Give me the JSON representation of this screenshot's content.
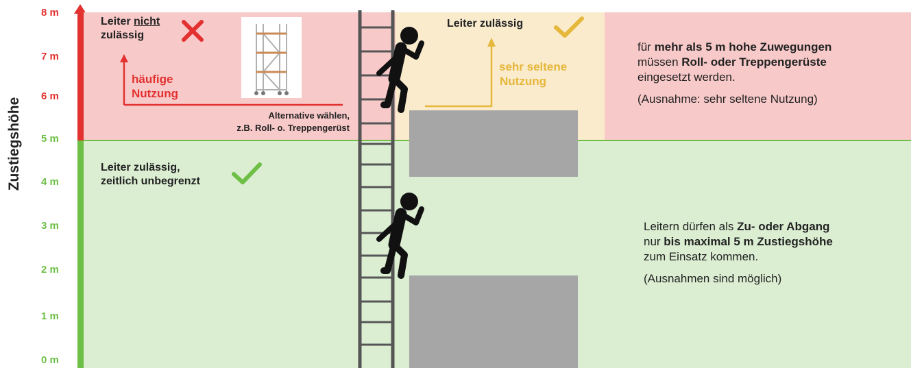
{
  "axis": {
    "title": "Zustiegshöhe",
    "ticks": [
      "8 m",
      "7 m",
      "6 m",
      "5 m",
      "4 m",
      "3 m",
      "2 m",
      "1 m",
      "0 m"
    ]
  },
  "top_left": {
    "title_prefix": "Leiter",
    "title_underlined": "nicht",
    "title_suffix": "zulässig",
    "frequent_use": [
      "häufige",
      "Nutzung"
    ],
    "alternative": [
      "Alternative wählen,",
      "z.B. Roll- o. Treppengerüst"
    ]
  },
  "top_middle": {
    "title": "Leiter zulässig",
    "rare_use": [
      "sehr seltene",
      "Nutzung"
    ]
  },
  "bottom_left": {
    "title": [
      "Leiter zulässig,",
      "zeitlich unbegrenzt"
    ]
  },
  "info_top": {
    "l1_a": "für ",
    "l1_b": "mehr als 5 m hohe Zuwegungen",
    "l2_a": "müssen ",
    "l2_b": "Roll- oder Treppengerüste",
    "l3": "eingesetzt werden.",
    "l4": "(Ausnahme: sehr seltene Nutzung)"
  },
  "info_bottom": {
    "l1_a": "Leitern dürfen als ",
    "l1_b": "Zu- oder Abgang",
    "l2_a": "nur ",
    "l2_b": "bis maximal 5 m Zustiegshöhe",
    "l3": "zum Einsatz kommen.",
    "l4": "(Ausnahmen sind möglich)"
  },
  "colors": {
    "red": "#e2312f",
    "green": "#6dbf46",
    "gold": "#e5b73a",
    "zone_red": "#f8c9c9",
    "zone_yellow": "#faebcd",
    "zone_green": "#dbeed2",
    "ladder": "#555555",
    "block": "#a6a6a6"
  }
}
